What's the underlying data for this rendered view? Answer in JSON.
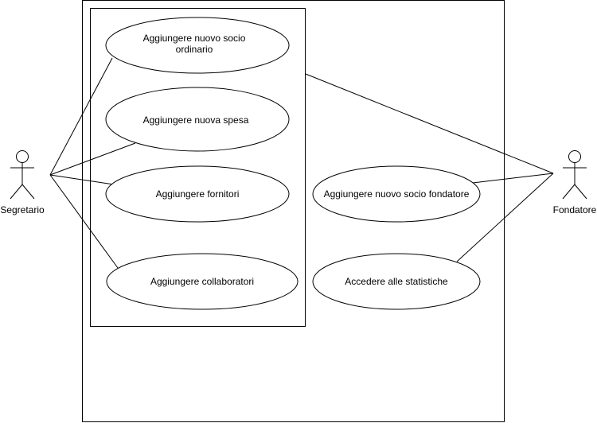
{
  "actors": {
    "segretario": {
      "label": "Segretario",
      "icon": "stick-figure-icon"
    },
    "fondatore": {
      "label": "Fondatore",
      "icon": "stick-figure-icon"
    }
  },
  "use_cases": {
    "nuovo_socio_ordinario": {
      "line1": "Aggiungere nuovo socio",
      "line2": "ordinario"
    },
    "nuova_spesa": {
      "label": "Aggiungere nuova spesa"
    },
    "fornitori": {
      "label": "Aggiungere fornitori"
    },
    "collaboratori": {
      "label": "Aggiungere collaboratori"
    },
    "nuovo_socio_fondatore": {
      "label": "Aggiungere nuovo socio fondatore"
    },
    "statistiche": {
      "label": "Accedere alle statistiche"
    }
  },
  "colors": {
    "stroke": "#000000",
    "fill": "#ffffff"
  }
}
